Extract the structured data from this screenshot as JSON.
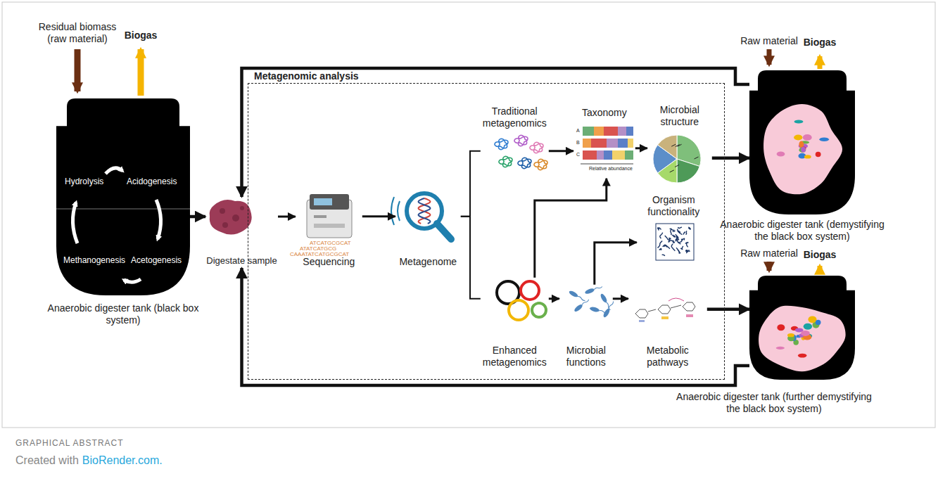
{
  "diagram": {
    "caption": "GRAPHICAL ABSTRACT",
    "nodes": [
      {
        "text": [
          "Hydrolysis",
          "Acidogenesis",
          "Acetogenesis",
          "Methanogenesis",
          "Anaerobic digester tank (black box system)"
        ]
      },
      {
        "text": [
          "Digestate sample"
        ]
      },
      {
        "text": [
          "Metagenomic analysis"
        ]
      },
      {
        "text": [
          "Sequencing"
        ],
        "in": 2
      },
      {
        "text": [
          "Metagenome"
        ],
        "in": 2
      },
      {
        "text": [
          "Traditional metagenomics"
        ],
        "in": 2
      },
      {
        "text": [
          "Taxonomy"
        ],
        "in": 2
      },
      {
        "text": [
          "Microbial structure"
        ],
        "in": 2
      },
      {
        "text": [
          "Enhanced metagenomics"
        ],
        "in": 2
      },
      {
        "text": [
          "Microbial functions"
        ],
        "in": 2
      },
      {
        "text": [
          "Metabolic pathways"
        ],
        "in": 2
      },
      {
        "text": [
          "Organism functionality"
        ],
        "in": 2
      },
      {
        "text": [
          "Anaerobic digester tank (demystifying the black box system)"
        ]
      },
      {
        "text": [
          "Anaerobic digester tank (further demystifying the black box system)"
        ]
      }
    ],
    "edges": [
      {
        "from": 0,
        "to": 1,
        "arrow": "to"
      },
      {
        "from": 1,
        "to": 3,
        "arrow": "to"
      },
      {
        "from": 3,
        "to": 4,
        "arrow": "to"
      },
      {
        "from": 4,
        "to": 5,
        "arrow": "none"
      },
      {
        "from": 4,
        "to": 8,
        "arrow": "none"
      },
      {
        "from": 5,
        "to": 6,
        "arrow": "to"
      },
      {
        "from": 6,
        "to": 7,
        "arrow": "to"
      },
      {
        "from": 7,
        "to": 12,
        "arrow": "to"
      },
      {
        "from": 8,
        "to": 6,
        "arrow": "to"
      },
      {
        "from": 8,
        "to": 9,
        "arrow": "to"
      },
      {
        "from": 9,
        "to": 10,
        "arrow": "to"
      },
      {
        "from": 9,
        "to": 11,
        "arrow": "to"
      },
      {
        "from": 10,
        "to": 13,
        "arrow": "to"
      },
      {
        "from": 12,
        "to": 1,
        "arrow": "to"
      },
      {
        "from": 13,
        "to": 1,
        "arrow": "to"
      }
    ],
    "labels": [
      "Residual biomass (raw material)",
      "Biogas",
      "ATCATGCGCAT",
      "ATATCATGCG",
      "CAAATATCATGCGCAT",
      "A",
      "B",
      "C",
      "Relative abundance",
      "Raw material",
      "Biogas",
      "Raw material",
      "Biogas",
      "Created with",
      "BioRender.com."
    ]
  }
}
